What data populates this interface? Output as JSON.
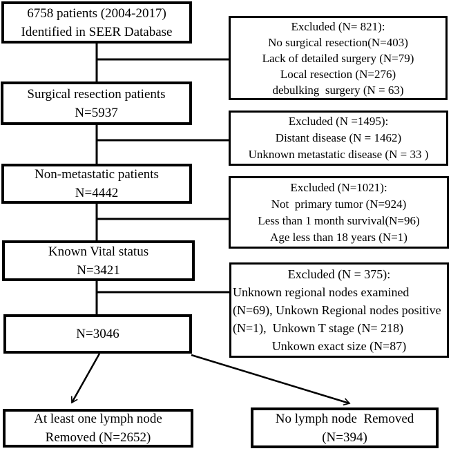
{
  "diagram": {
    "title": "SEER patient selection flowchart",
    "colors": {
      "line": "#000000",
      "box_border": "#000000",
      "background": "#ffffff",
      "text": "#000000"
    },
    "main_boxes": [
      {
        "id": "seer",
        "lines": [
          "6758 patients (2004-2017)",
          "Identified in SEER Database"
        ]
      },
      {
        "id": "surgical",
        "lines": [
          "Surgical resection patients",
          "N=5937"
        ]
      },
      {
        "id": "nonmet",
        "lines": [
          "Non-metastatic patients",
          "N=4442"
        ]
      },
      {
        "id": "vital",
        "lines": [
          "Known Vital status",
          "N=3421"
        ]
      },
      {
        "id": "n3046",
        "lines": [
          "N=3046"
        ]
      },
      {
        "id": "lymph-yes",
        "lines": [
          "At least one lymph node",
          "Removed (N=2652)"
        ]
      },
      {
        "id": "lymph-no",
        "lines": [
          "No lymph node  Removed",
          "(N=394)"
        ]
      }
    ],
    "excluded_boxes": [
      {
        "id": "excluded-surgery",
        "lines": [
          "Excluded (N= 821):",
          "No surgical resection(N=403)",
          "Lack of detailed surgery (N=79)",
          "Local resection (N=276)",
          "debulking  surgery (N = 63)"
        ]
      },
      {
        "id": "excluded-metastatic",
        "lines": [
          "Excluded (N =1495):",
          "Distant disease (N = 1462)",
          "Unknown metastatic disease (N = 33 )"
        ]
      },
      {
        "id": "excluded-primary",
        "lines": [
          "Excluded (N=1021):",
          "Not  primary tumor (N=924)",
          "Less than 1 month survival(N=96)",
          "Age less than 18 years (N=1)"
        ]
      },
      {
        "id": "excluded-nodes",
        "lines": [
          "Excluded (N = 375):",
          "Unknown regional nodes examined",
          "(N=69), Unkown Regional nodes positive",
          "(N=1),  Unkown T stage (N= 218)",
          "Unkown exact size (N=87)"
        ]
      }
    ]
  }
}
